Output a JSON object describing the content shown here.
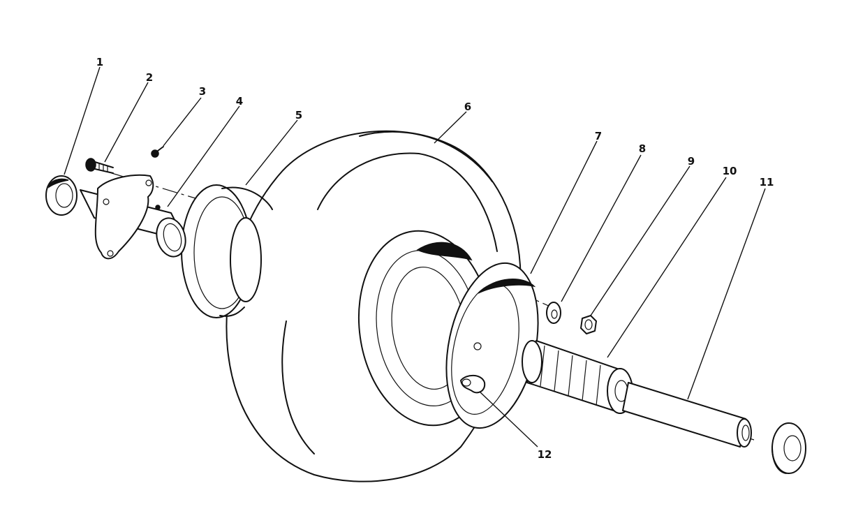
{
  "callouts": [
    "1",
    "2",
    "3",
    "4",
    "5",
    "6",
    "7",
    "8",
    "9",
    "10",
    "11",
    "12"
  ]
}
